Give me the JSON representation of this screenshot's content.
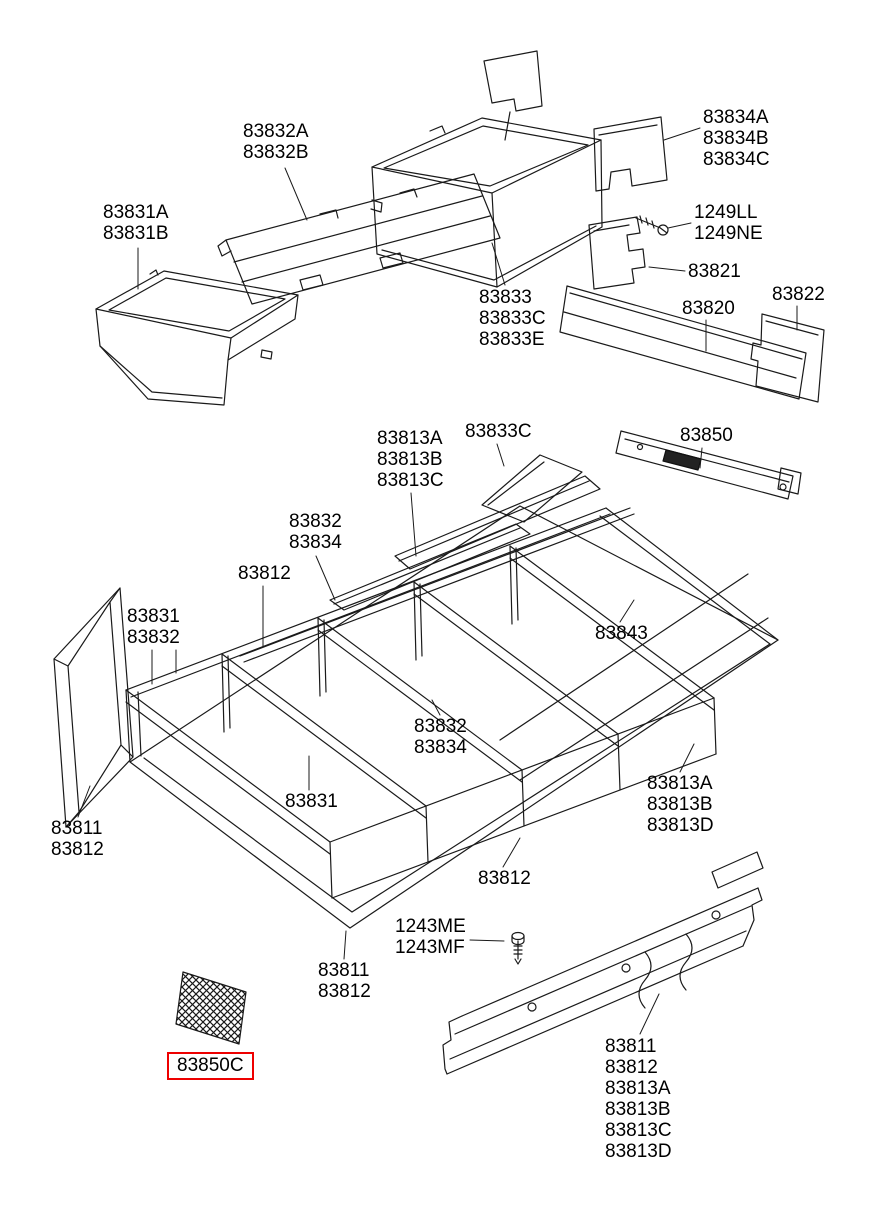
{
  "figure": {
    "type": "exploded-parts-diagram",
    "subject": "trunk luggage compartment panels and covers",
    "background": "#ffffff",
    "line_color": "#1a1a1a",
    "highlight_color": "#ee0000"
  },
  "labels": {
    "panel_83832": [
      "83832A",
      "83832B"
    ],
    "panel_83834": [
      "83834A",
      "83834B",
      "83834C"
    ],
    "panel_83831": [
      "83831A",
      "83831B"
    ],
    "screw_1249": [
      "1249LL",
      "1249NE"
    ],
    "bracket_83821": [
      "83821"
    ],
    "panel_83820": [
      "83820"
    ],
    "panel_83822": [
      "83822"
    ],
    "tray_83833": [
      "83833",
      "83833C",
      "83833E"
    ],
    "flap_83833c": [
      "83833C"
    ],
    "pad_83813_upper": [
      "83813A",
      "83813B",
      "83813C"
    ],
    "rail_83850": [
      "83850"
    ],
    "rails_upper": [
      "83832",
      "83834"
    ],
    "rail_83812_upper": [
      "83812"
    ],
    "rails_left": [
      "83831",
      "83832"
    ],
    "floor_83843": [
      "83843"
    ],
    "rails_mid": [
      "83832",
      "83834"
    ],
    "rail_83831": [
      "83831"
    ],
    "pad_83813_right": [
      "83813A",
      "83813B",
      "83813D"
    ],
    "frame_left": [
      "83811",
      "83812"
    ],
    "rail_83812_lower": [
      "83812"
    ],
    "screw_1243": [
      "1243ME",
      "1243MF"
    ],
    "frame_front": [
      "83811",
      "83812"
    ],
    "mesh_83850c": [
      "83850C"
    ],
    "sill_group": [
      "83811",
      "83812",
      "83813A",
      "83813B",
      "83813C",
      "83813D"
    ]
  }
}
